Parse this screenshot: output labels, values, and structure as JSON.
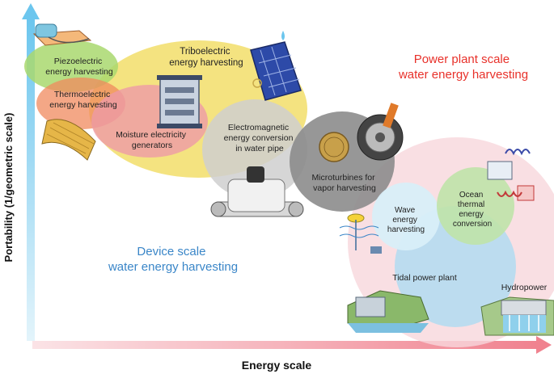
{
  "axes": {
    "x_label": "Energy scale",
    "y_label": "Portability (1/geometric scale)"
  },
  "regions": {
    "device": {
      "line1": "Device scale",
      "line2": "water energy harvesting",
      "color": "#3a86c8"
    },
    "power": {
      "line1": "Power plant scale",
      "line2": "water energy harvesting",
      "color": "#e8312a"
    }
  },
  "technologies": {
    "piezo": {
      "line1": "Piezoelectric",
      "line2": "energy harvesting"
    },
    "thermo": {
      "line1": "Thermoelectric",
      "line2": "energy harvesting"
    },
    "tribo": {
      "line1": "Triboelectric",
      "line2": "energy harvesting"
    },
    "moisture": {
      "line1": "Moisture electricity",
      "line2": "generators"
    },
    "em": {
      "line1": "Electromagnetic",
      "line2": "energy conversion",
      "line3": "in water pipe"
    },
    "micro": {
      "line1": "Microturbines for",
      "line2": "vapor harvesting"
    },
    "wave": {
      "line1": "Wave",
      "line2": "energy",
      "line3": "harvesting"
    },
    "otec": {
      "line1": "Ocean",
      "line2": "thermal",
      "line3": "energy",
      "line4": "conversion"
    },
    "tidal": {
      "line1": "Tidal power plant"
    },
    "hydro": {
      "line1": "Hydropower"
    }
  },
  "colors": {
    "piezo": "#a9d86e",
    "thermo": "#f08a5d",
    "tribo": "#f2de6a",
    "moisture": "#ee9aa6",
    "em": "#cfcfcf",
    "micro": "#8c8c8c",
    "power_bg": "#f8d7dc",
    "tidal": "#b5dcf0",
    "wave": "#d8eef8",
    "otec": "#bfe3a8",
    "axis_x": "#f0a0aa",
    "axis_y": "#8fd2f0"
  }
}
